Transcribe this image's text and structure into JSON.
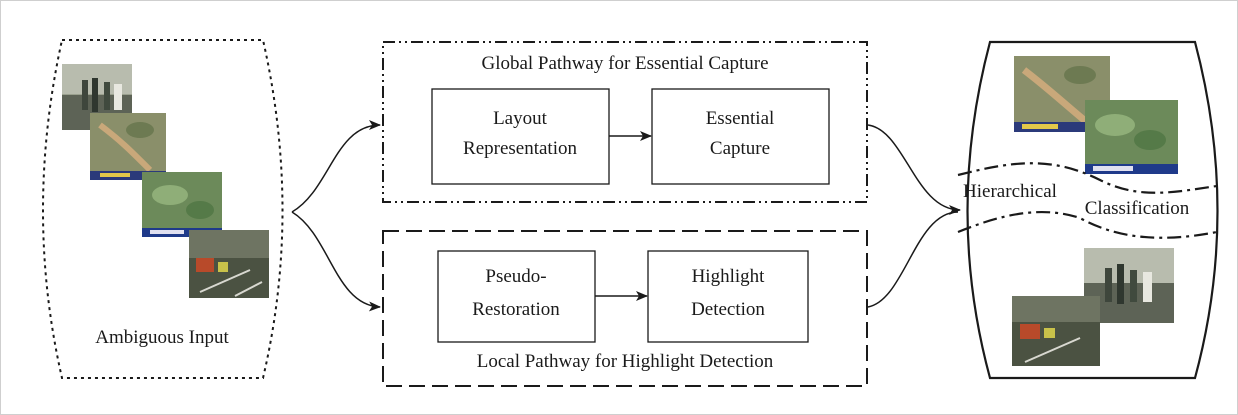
{
  "input_panel": {
    "label": "Ambiguous Input"
  },
  "global_pathway": {
    "title": "Global Pathway for Essential Capture",
    "box1": [
      "Layout",
      "Representation"
    ],
    "box2": [
      "Essential",
      "Capture"
    ]
  },
  "local_pathway": {
    "title": "Local Pathway for Highlight Detection",
    "box1": [
      "Pseudo-",
      "Restoration"
    ],
    "box2": [
      "Highlight",
      "Detection"
    ]
  },
  "output_panel": {
    "label_left": "Hierarchical",
    "label_right": "Classification"
  },
  "colors": {
    "line": "#1a1a1a",
    "border": "#cfcfcf"
  }
}
